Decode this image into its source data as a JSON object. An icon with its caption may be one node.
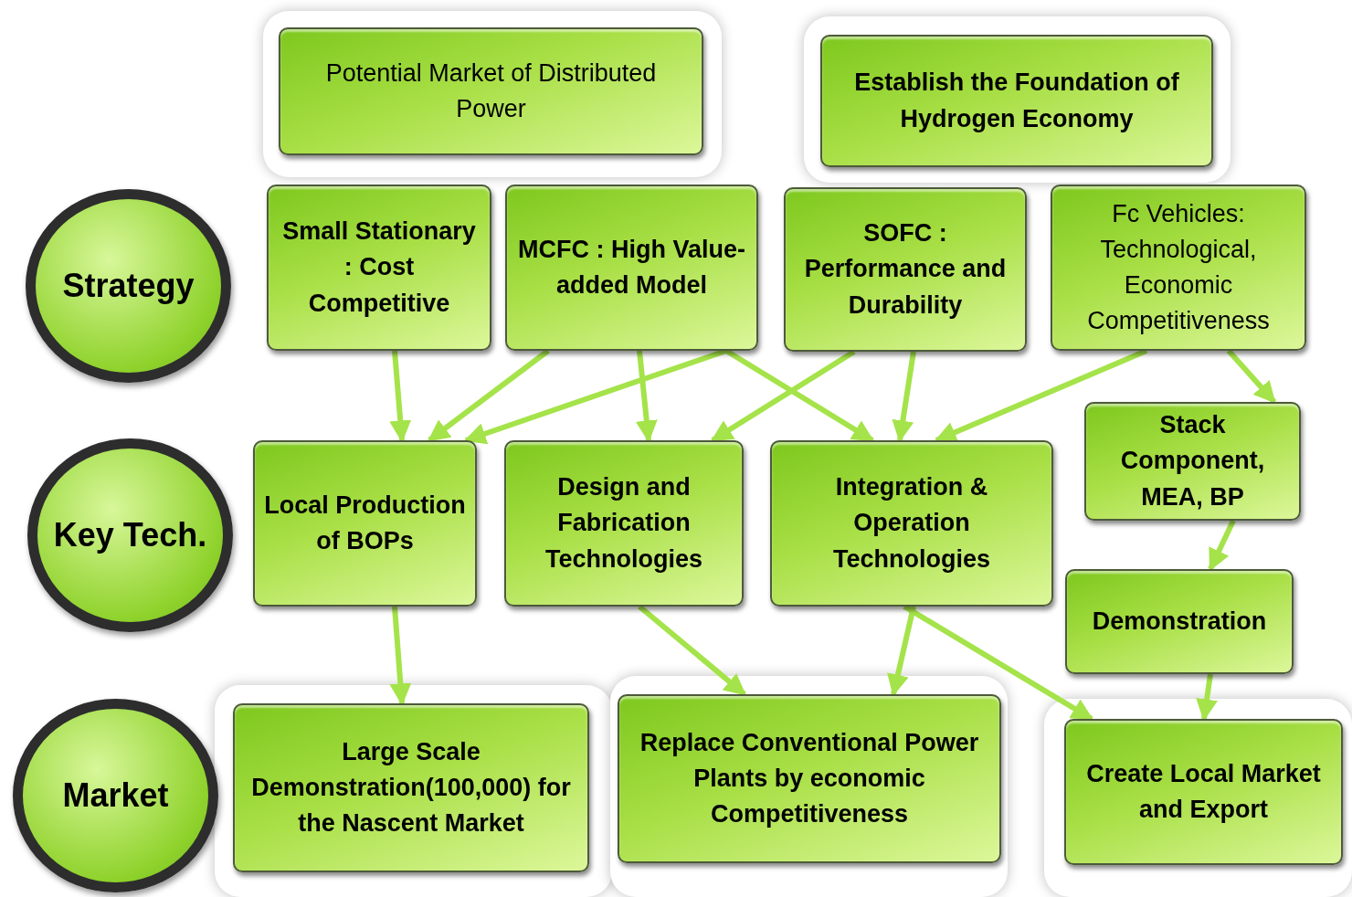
{
  "diagram": {
    "nodes": [
      {
        "text": [
          "Strategy"
        ]
      },
      {
        "text": [
          "Key Tech."
        ]
      },
      {
        "text": [
          "Market"
        ]
      },
      {
        "text": [
          "Potential Market of Distributed Power"
        ]
      },
      {
        "text": [
          "Establish the Foundation of Hydrogen Economy"
        ]
      },
      {
        "text": [
          "Small Stationary : Cost Competitive"
        ]
      },
      {
        "text": [
          "MCFC : High Value-added Model"
        ]
      },
      {
        "text": [
          "SOFC : Performance and Durability"
        ]
      },
      {
        "text": [
          "Fc Vehicles: Technological, Economic Competitiveness"
        ]
      },
      {
        "text": [
          "Local Production of BOPs"
        ]
      },
      {
        "text": [
          "Design and Fabrication Technologies"
        ]
      },
      {
        "text": [
          "Integration & Operation Technologies"
        ]
      },
      {
        "text": [
          "Stack Component, MEA, BP"
        ]
      },
      {
        "text": [
          "Demonstration"
        ]
      },
      {
        "text": [
          "Large Scale Demonstration(100,000) for the Nascent Market"
        ]
      },
      {
        "text": [
          "Replace Conventional Power Plants by economic Competitiveness"
        ]
      },
      {
        "text": [
          "Create Local Market and Export"
        ]
      }
    ],
    "edges": [
      {
        "from": 5,
        "to": 9,
        "arrow": "to"
      },
      {
        "from": 6,
        "to": 9,
        "arrow": "to"
      },
      {
        "from": 6,
        "to": 9,
        "arrow": "to"
      },
      {
        "from": 6,
        "to": 10,
        "arrow": "to"
      },
      {
        "from": 6,
        "to": 11,
        "arrow": "to"
      },
      {
        "from": 7,
        "to": 10,
        "arrow": "to"
      },
      {
        "from": 7,
        "to": 11,
        "arrow": "to"
      },
      {
        "from": 8,
        "to": 11,
        "arrow": "to"
      },
      {
        "from": 8,
        "to": 12,
        "arrow": "to"
      },
      {
        "from": 12,
        "to": 13,
        "arrow": "to"
      },
      {
        "from": 13,
        "to": 16,
        "arrow": "to"
      },
      {
        "from": 9,
        "to": 14,
        "arrow": "to"
      },
      {
        "from": 10,
        "to": 15,
        "arrow": "to"
      },
      {
        "from": 11,
        "to": 15,
        "arrow": "to"
      },
      {
        "from": 11,
        "to": 16,
        "arrow": "to"
      }
    ]
  }
}
